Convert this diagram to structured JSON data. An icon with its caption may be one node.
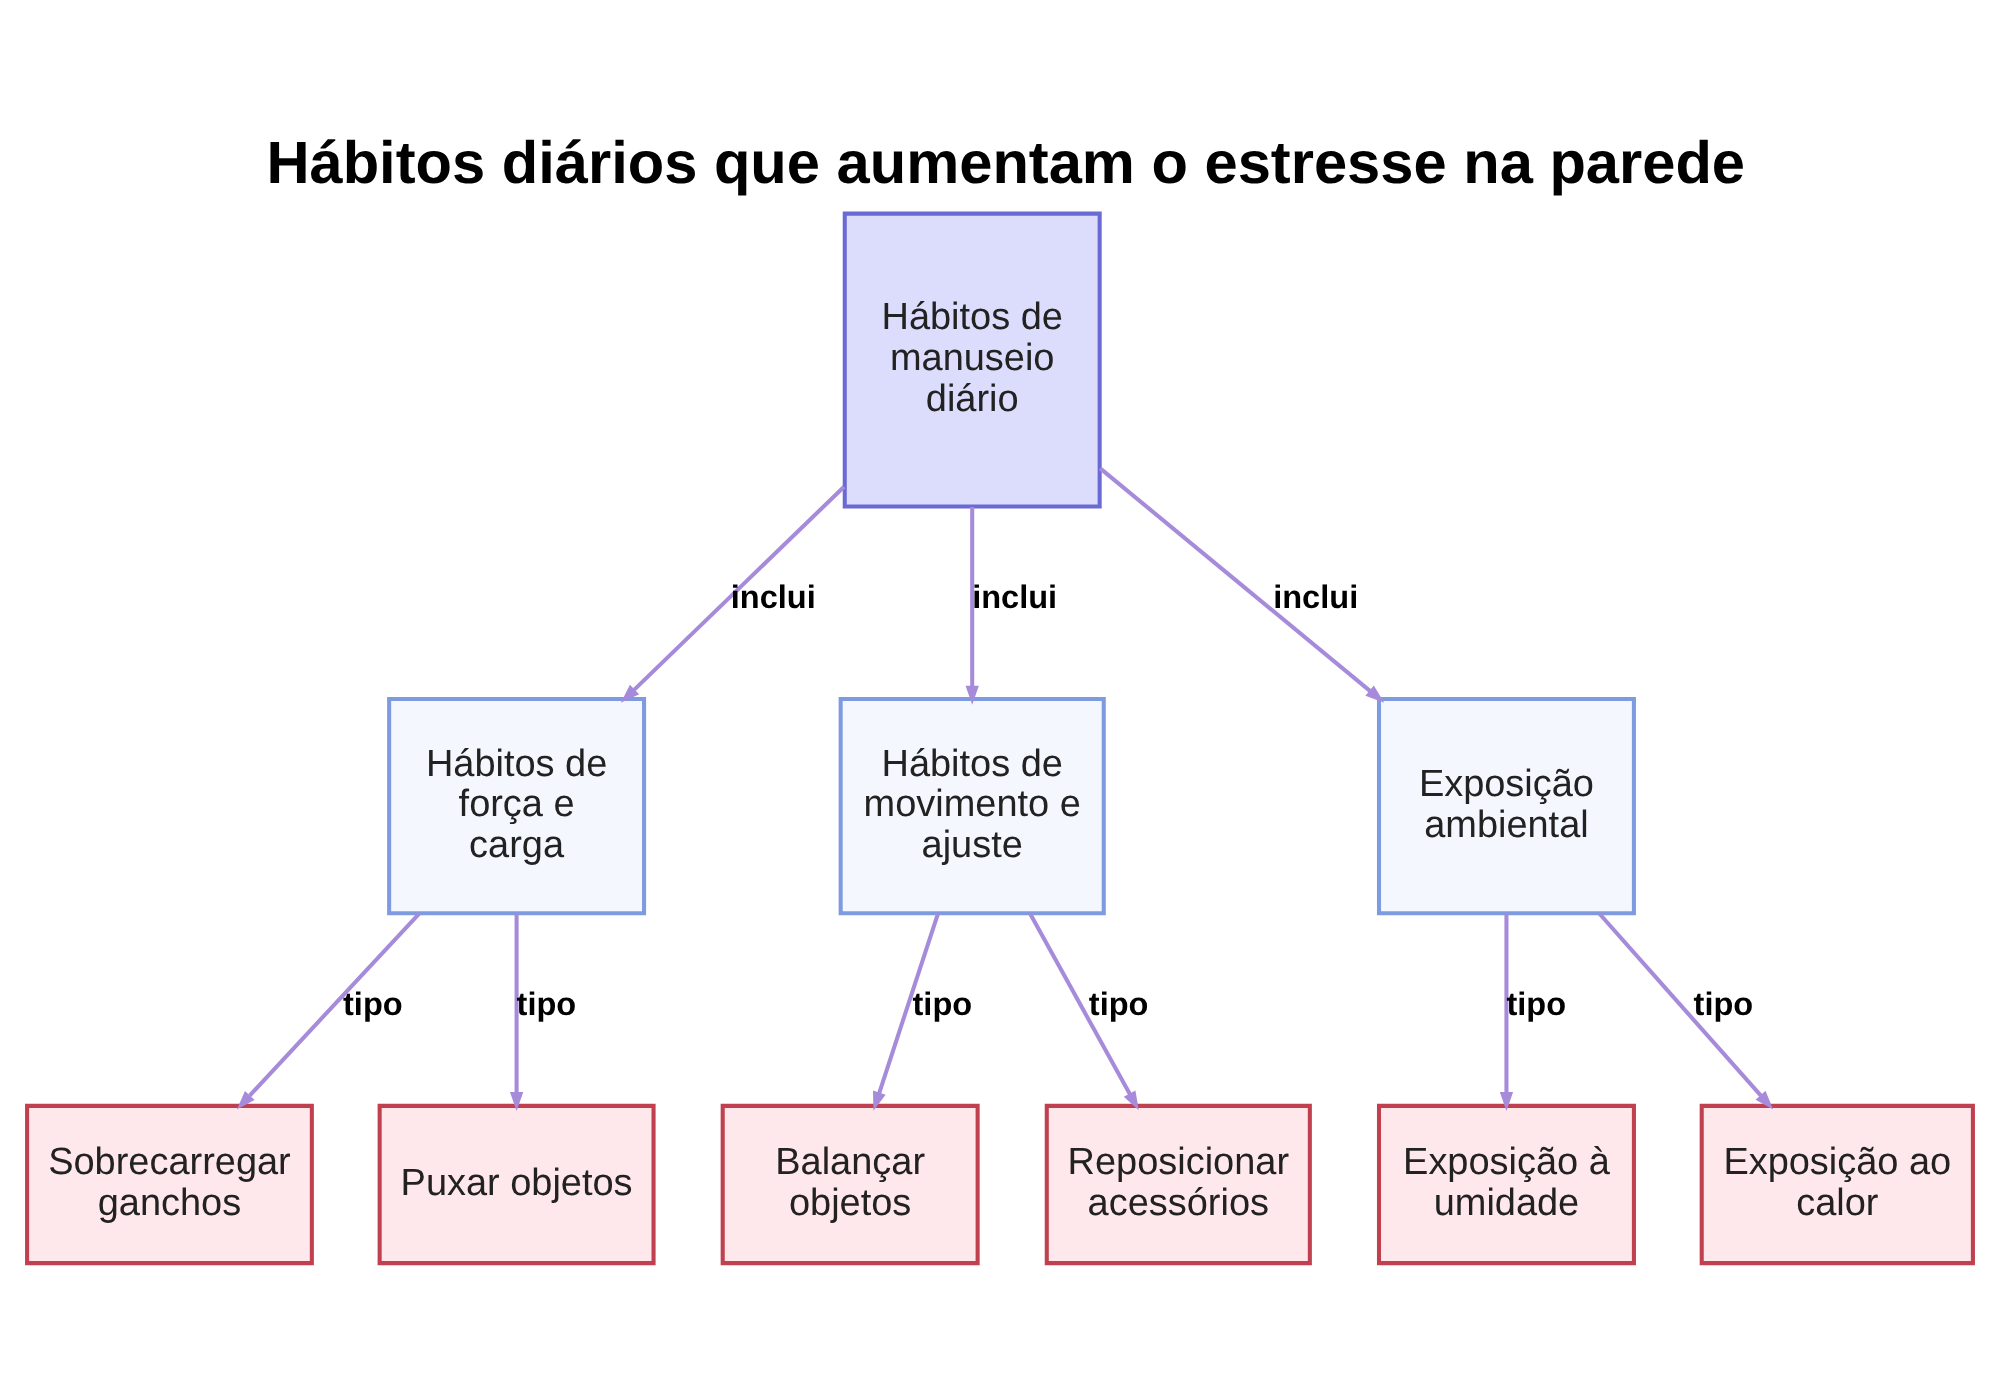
{
  "diagram": {
    "title": "Hábitos diários que aumentam o estresse na parede",
    "nodes": [
      {
        "text": [
          "Hábitos de manuseio diário"
        ]
      },
      {
        "text": [
          "Hábitos de força e carga"
        ]
      },
      {
        "text": [
          "Hábitos de movimento e ajuste"
        ]
      },
      {
        "text": [
          "Exposição ambiental"
        ]
      },
      {
        "text": [
          "Sobrecarregar ganchos"
        ]
      },
      {
        "text": [
          "Puxar objetos"
        ]
      },
      {
        "text": [
          "Balançar objetos"
        ]
      },
      {
        "text": [
          "Reposicionar acessórios"
        ]
      },
      {
        "text": [
          "Exposição à umidade"
        ]
      },
      {
        "text": [
          "Exposição ao calor"
        ]
      }
    ],
    "edges": [
      {
        "from": 0,
        "to": 1,
        "arrow": "to",
        "label": "inclui"
      },
      {
        "from": 0,
        "to": 2,
        "arrow": "to",
        "label": "inclui"
      },
      {
        "from": 0,
        "to": 3,
        "arrow": "to",
        "label": "inclui"
      },
      {
        "from": 1,
        "to": 4,
        "arrow": "to",
        "label": "tipo"
      },
      {
        "from": 1,
        "to": 5,
        "arrow": "to",
        "label": "tipo"
      },
      {
        "from": 2,
        "to": 6,
        "arrow": "to",
        "label": "tipo"
      },
      {
        "from": 2,
        "to": 7,
        "arrow": "to",
        "label": "tipo"
      },
      {
        "from": 3,
        "to": 8,
        "arrow": "to",
        "label": "tipo"
      },
      {
        "from": 3,
        "to": 9,
        "arrow": "to",
        "label": "tipo"
      }
    ]
  }
}
